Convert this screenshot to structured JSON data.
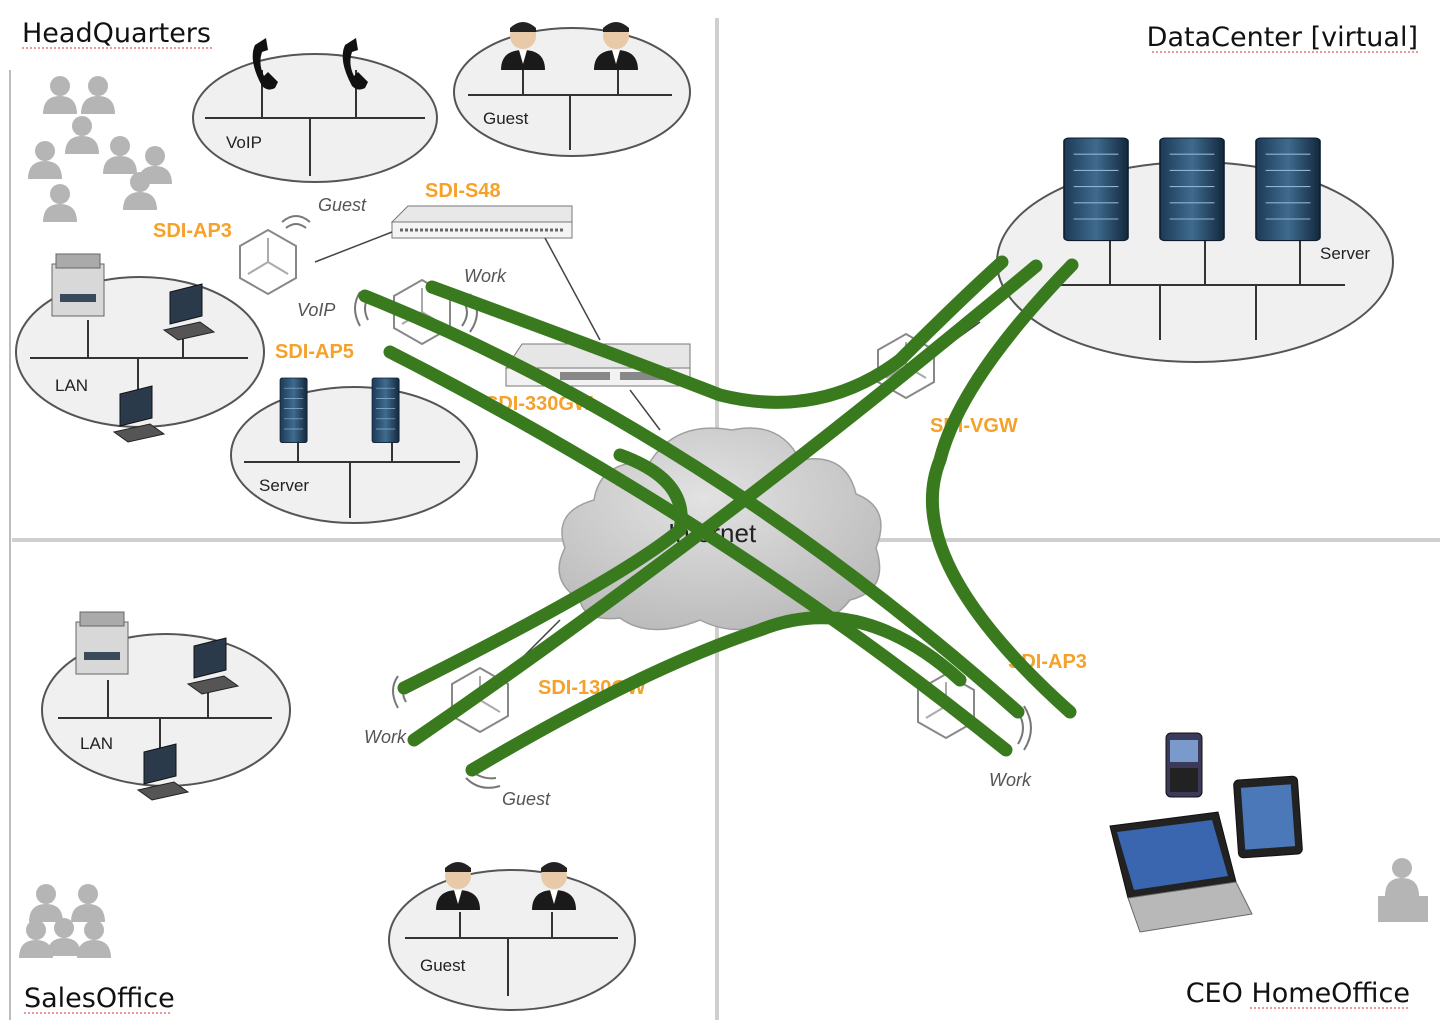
{
  "regions": {
    "headquarters": "HeadQuarters",
    "datacenter": "DataCenter [virtual]",
    "salesoffice": "SalesOffice",
    "ceo_homeoffice": "CEO HomeOffice"
  },
  "networks": {
    "hq_voip": "VoIP",
    "hq_guest": "Guest",
    "hq_lan": "LAN",
    "hq_server": "Server",
    "dc_server": "Server",
    "sales_lan": "LAN",
    "sales_guest": "Guest"
  },
  "devices": {
    "hq_ap3": "SDI-AP3",
    "hq_switch": "SDI-S48",
    "hq_ap5": "SDI-AP5",
    "hq_gateway": "SDI-330GW",
    "dc_vgw": "SDI-VGW",
    "sales_gateway": "SDI-130GW",
    "ceo_ap3": "SDI-AP3"
  },
  "ssids": {
    "hq_guest": "Guest",
    "hq_work": "Work",
    "hq_voip": "VoIP",
    "sales_work": "Work",
    "sales_guest": "Guest",
    "ceo_work": "Work"
  },
  "cloud": "Internet",
  "colors": {
    "device_label": "#f5a12a",
    "strike": "#3a7a1f",
    "region_divider": "#cfcfcf",
    "network_fill": "#f0f0f0",
    "cloud_fill": "#c9c9c9"
  }
}
